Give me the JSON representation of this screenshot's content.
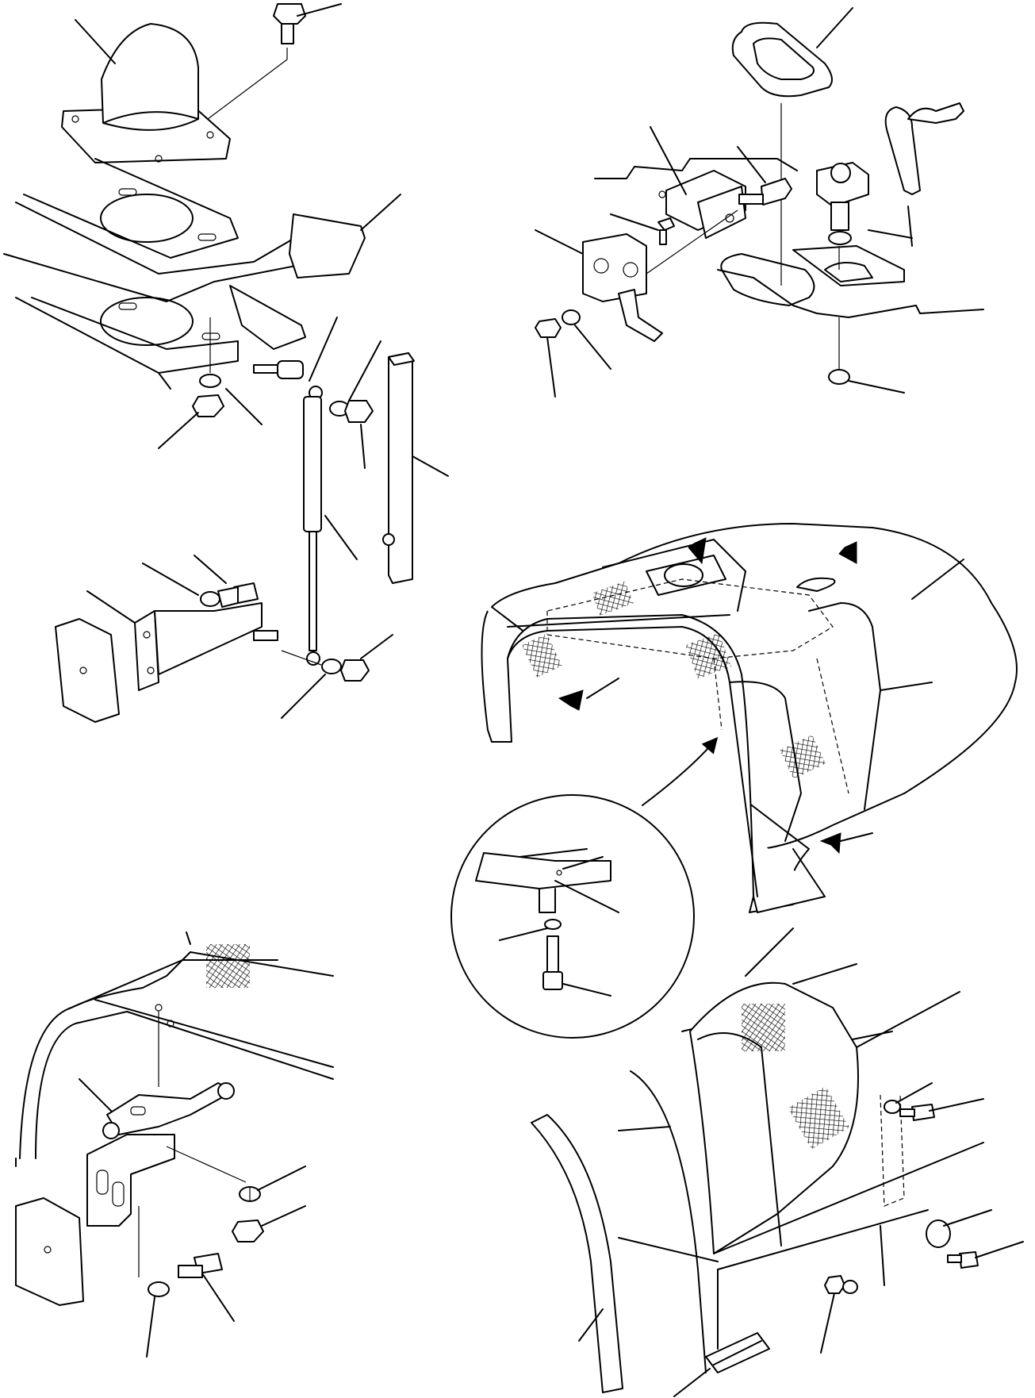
{
  "figure": {
    "kind": "exploded parts diagram",
    "colors": {
      "line": "#000000",
      "background": "#ffffff"
    },
    "views": [
      "air-intake-and-gas-spring-assembly",
      "lock-and-key-assembly",
      "engine-hood-assembly",
      "hood-hinge-assembly",
      "side-cover-assembly"
    ]
  }
}
